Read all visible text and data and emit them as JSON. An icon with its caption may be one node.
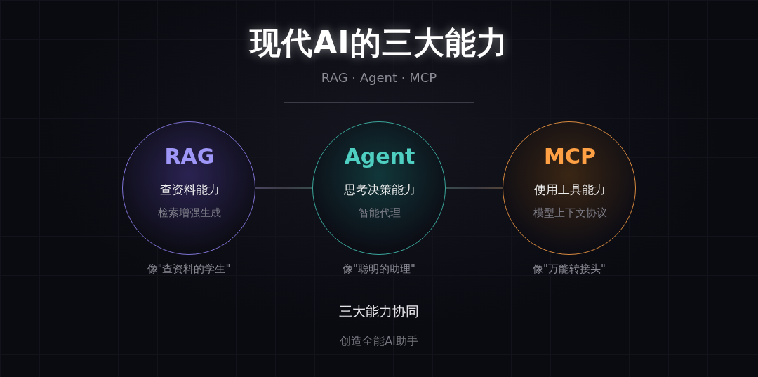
{
  "diagram": {
    "title": "现代AI的三大能力",
    "nodes": [
      {
        "text": [
          "RAG",
          "查资料能力",
          "检索增强生成"
        ],
        "beside": [
          "像\"查资料的学生\""
        ]
      },
      {
        "text": [
          "Agent",
          "思考决策能力",
          "智能代理"
        ],
        "beside": [
          "像\"聪明的助理\""
        ]
      },
      {
        "text": [
          "MCP",
          "使用工具能力",
          "模型上下文协议"
        ],
        "beside": [
          "像\"万能转接头\""
        ]
      }
    ],
    "edges": [
      {
        "from": 0,
        "to": 1,
        "arrow": "none"
      },
      {
        "from": 1,
        "to": 2,
        "arrow": "none"
      }
    ],
    "labels": [
      "RAG · Agent · MCP",
      "三大能力协同",
      "创造全能AI助手"
    ]
  }
}
